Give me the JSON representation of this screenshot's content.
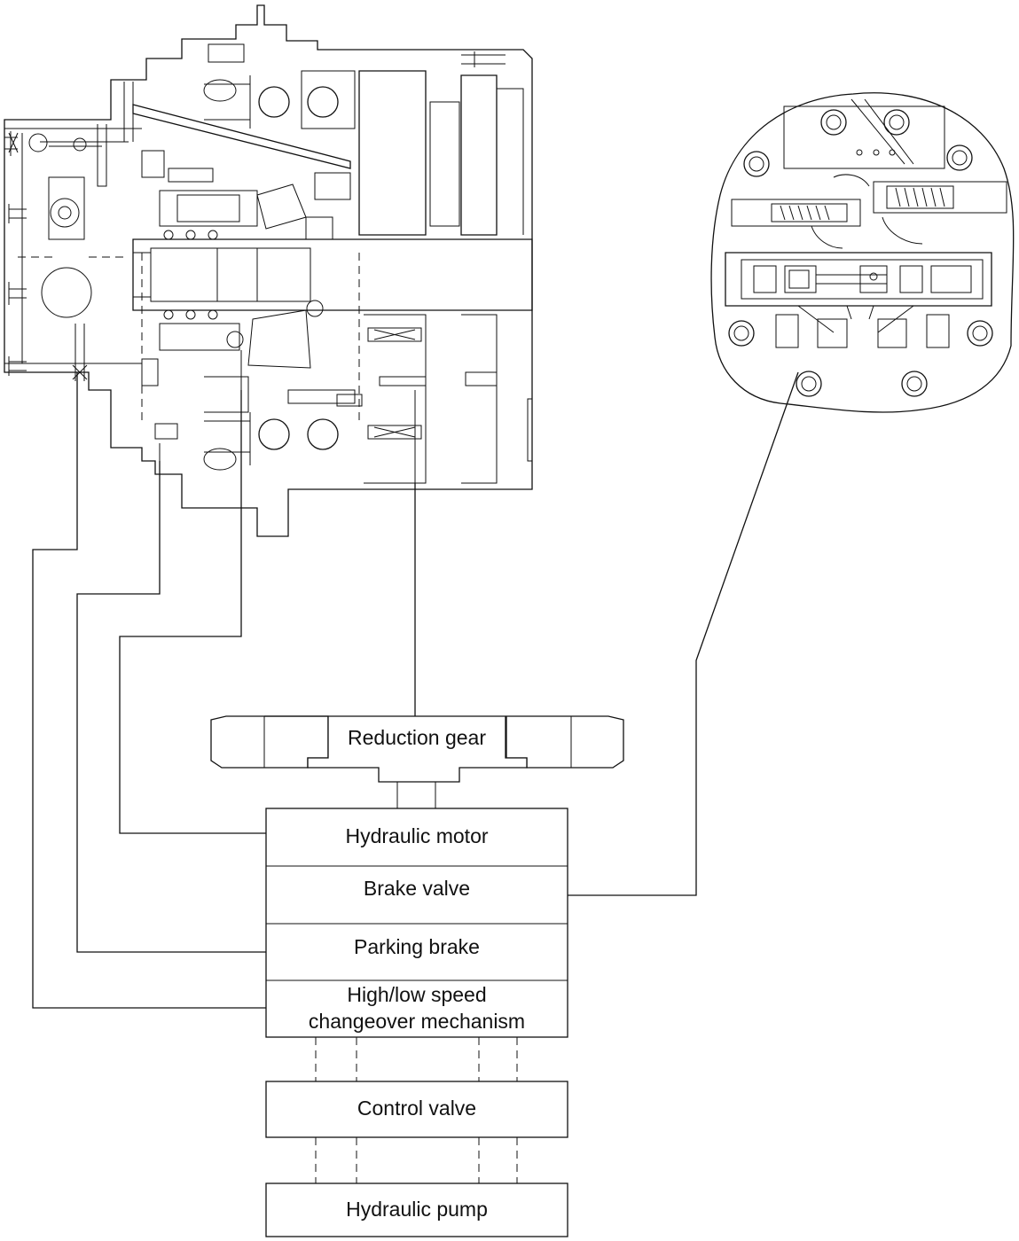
{
  "components": {
    "reduction_gear": "Reduction gear",
    "hydraulic_motor": "Hydraulic motor",
    "brake_valve": "Brake valve",
    "parking_brake": "Parking brake",
    "speed_changeover_line1": "High/low speed",
    "speed_changeover_line2": "changeover mechanism",
    "control_valve": "Control valve",
    "hydraulic_pump": "Hydraulic pump"
  },
  "colors": {
    "line": "#111111",
    "background": "#ffffff"
  }
}
